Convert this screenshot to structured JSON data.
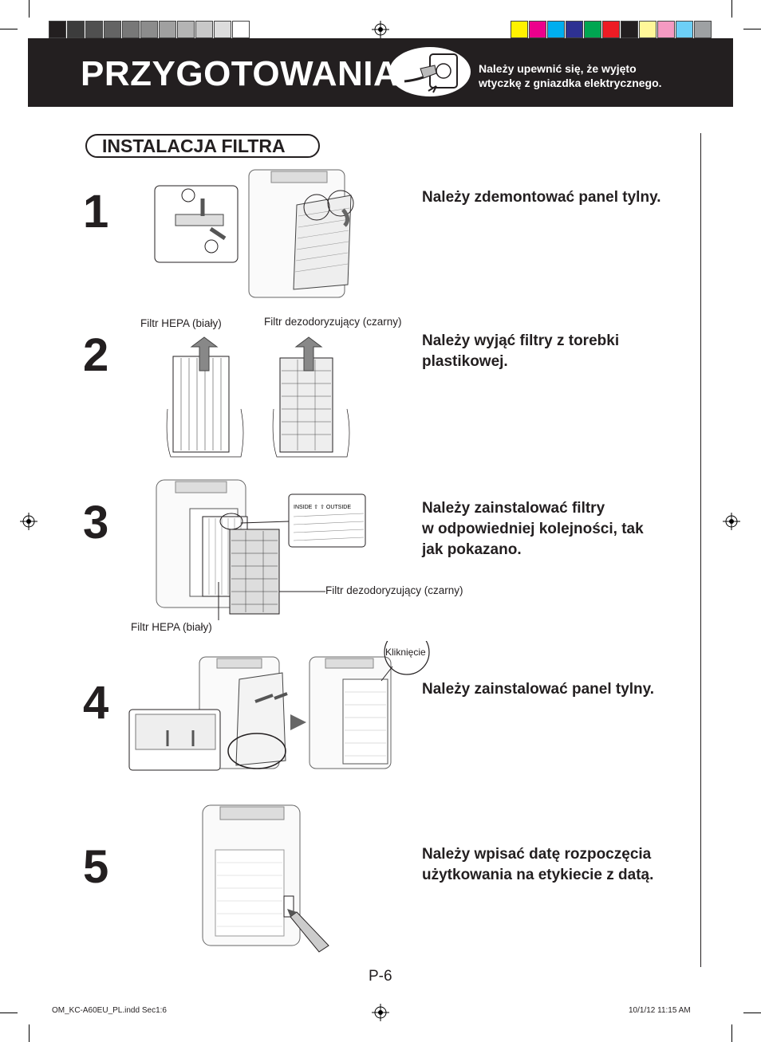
{
  "header": {
    "title": "PRZYGOTOWANIA",
    "warning": "Należy upewnić się, że wyjęto\nwtyczkę z gniazdka elektrycznego."
  },
  "section": {
    "title": "INSTALACJA FILTRA"
  },
  "steps": [
    {
      "number": "1",
      "text": "Należy zdemontować panel tylny."
    },
    {
      "number": "2",
      "text": "Należy wyjąć filtry z torebki\nplastikowej."
    },
    {
      "number": "3",
      "text": "Należy zainstalować filtry\nw odpowiedniej kolejności, tak\njak pokazano."
    },
    {
      "number": "4",
      "text": "Należy zainstalować panel tylny."
    },
    {
      "number": "5",
      "text": "Należy wpisać datę rozpoczęcia\nużytkowania na etykiecie z datą."
    }
  ],
  "labels": {
    "hepa": "Filtr HEPA (biały)",
    "deodor": "Filtr dezodoryzujący (czarny)",
    "click": "Kliknięcie",
    "mini_label": "INSIDE ⇧ ⇧ OUTSIDE"
  },
  "page_number": "P-6",
  "footer": {
    "file": "OM_KC-A60EU_PL.indd   Sec1:6",
    "date": "10/1/12   11:15 AM"
  },
  "colors": {
    "header_bg": "#231f20",
    "gray_swatches": [
      "#231f20",
      "#3c3c3c",
      "#505050",
      "#646464",
      "#787878",
      "#8c8c8c",
      "#a0a0a0",
      "#b4b4b4",
      "#c8c8c8",
      "#dcdcdc",
      "#ffffff"
    ],
    "color_swatches": [
      "#fff200",
      "#ec008c",
      "#00aeef",
      "#2e3192",
      "#00a651",
      "#ed1c24",
      "#231f20",
      "#fff799",
      "#f49ac2",
      "#6dcff6",
      "#9ea1a3"
    ]
  }
}
